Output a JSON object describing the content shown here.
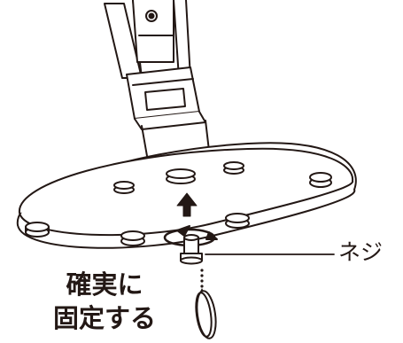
{
  "labels": {
    "screw": "ネジ",
    "instruction_line1": "確実に",
    "instruction_line2": "固定する"
  },
  "colors": {
    "line": "#231815",
    "background": "#ffffff"
  }
}
